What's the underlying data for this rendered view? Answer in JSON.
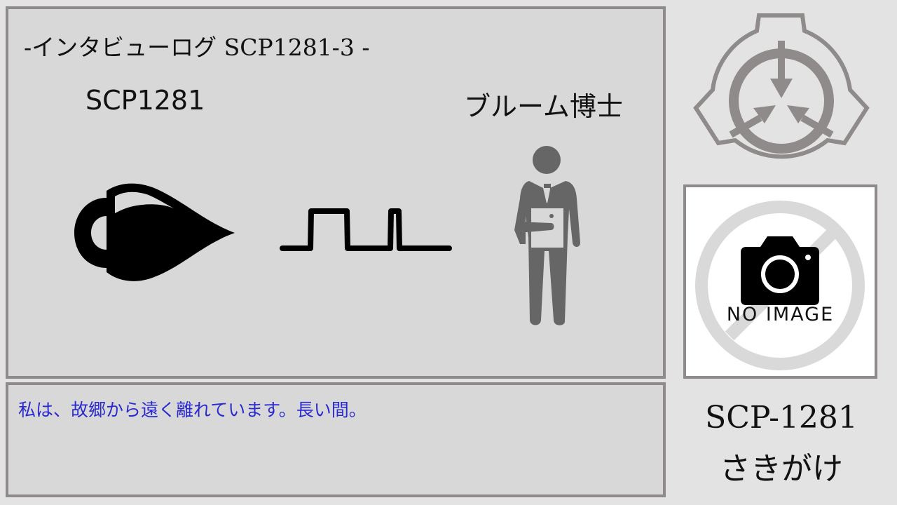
{
  "interview": {
    "title": "-インタビューログ SCP1281-3 -",
    "speaker_left": "SCP1281",
    "speaker_right": "ブルーム博士",
    "icons": {
      "left": "oil-lamp-icon",
      "middle": "square-wave-signal-icon",
      "right": "doctor-with-clipboard-icon"
    }
  },
  "dialog": {
    "text": "私は、故郷から遠く離れています。長い間。",
    "text_color": "#2a2ad0"
  },
  "sidebar": {
    "logo": "scp-foundation-logo-icon",
    "image_placeholder": {
      "label": "NO IMAGE",
      "icon": "camera-icon"
    },
    "scp_id": "SCP-1281",
    "scp_name": "さきがけ"
  },
  "colors": {
    "background": "#e3e3e3",
    "panel_fill": "#d8d8d8",
    "panel_border": "#8f8b8b",
    "logo": "#8f8b8b",
    "figure": "#666666"
  }
}
